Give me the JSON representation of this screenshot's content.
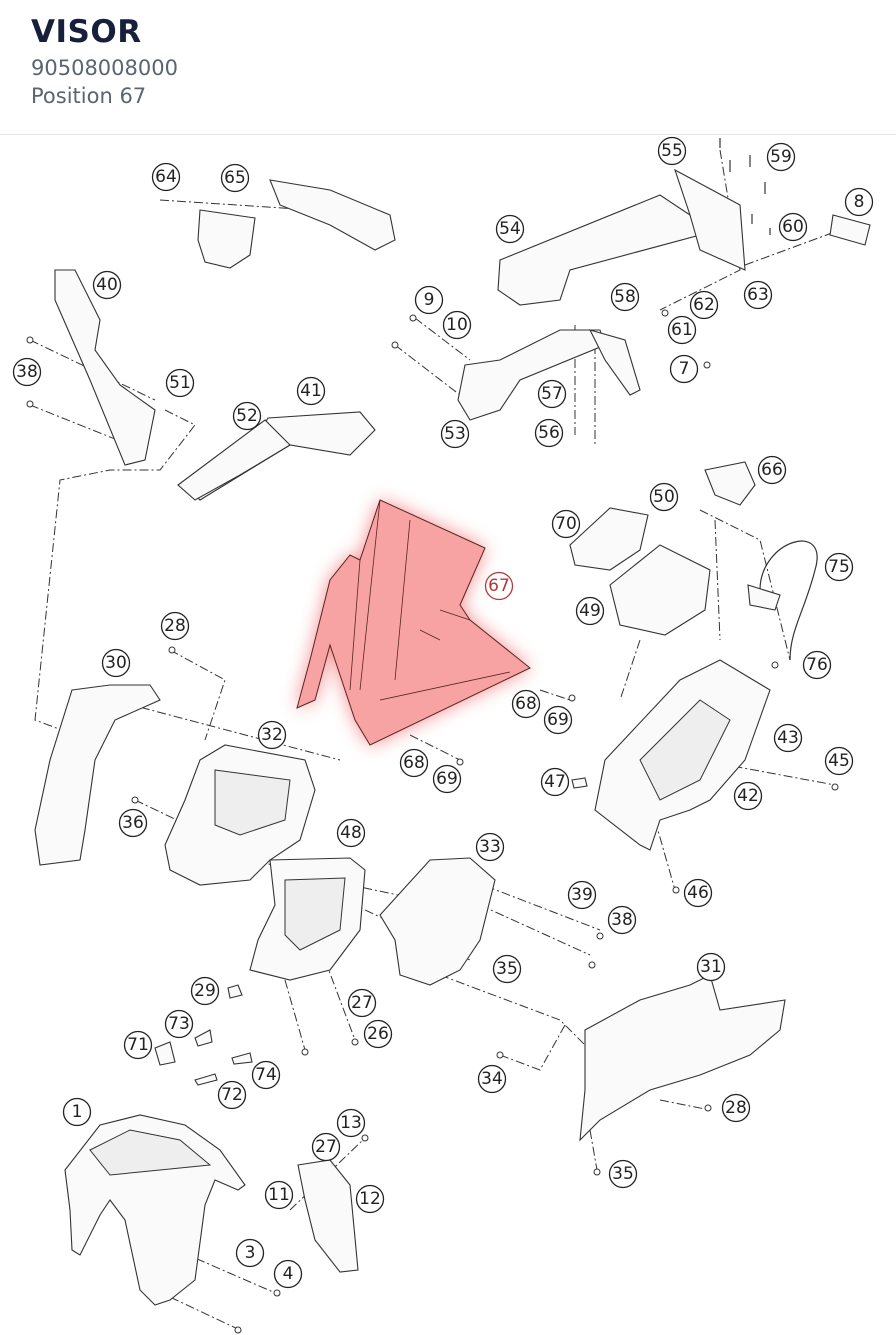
{
  "header": {
    "title": "VISOR",
    "part_number": "90508008000",
    "position_label": "Position 67"
  },
  "diagram": {
    "highlight_color": "#f47c7c",
    "selected_position": "67",
    "callouts": [
      "1",
      "3",
      "4",
      "7",
      "8",
      "9",
      "10",
      "11",
      "12",
      "13",
      "26",
      "27",
      "27",
      "28",
      "28",
      "29",
      "30",
      "31",
      "32",
      "33",
      "34",
      "35",
      "35",
      "36",
      "38",
      "38",
      "39",
      "40",
      "41",
      "42",
      "43",
      "45",
      "46",
      "47",
      "48",
      "49",
      "50",
      "51",
      "52",
      "53",
      "54",
      "55",
      "56",
      "57",
      "58",
      "59",
      "60",
      "61",
      "62",
      "63",
      "64",
      "65",
      "66",
      "67",
      "68",
      "68",
      "69",
      "69",
      "70",
      "71",
      "72",
      "73",
      "74",
      "75",
      "76"
    ]
  }
}
